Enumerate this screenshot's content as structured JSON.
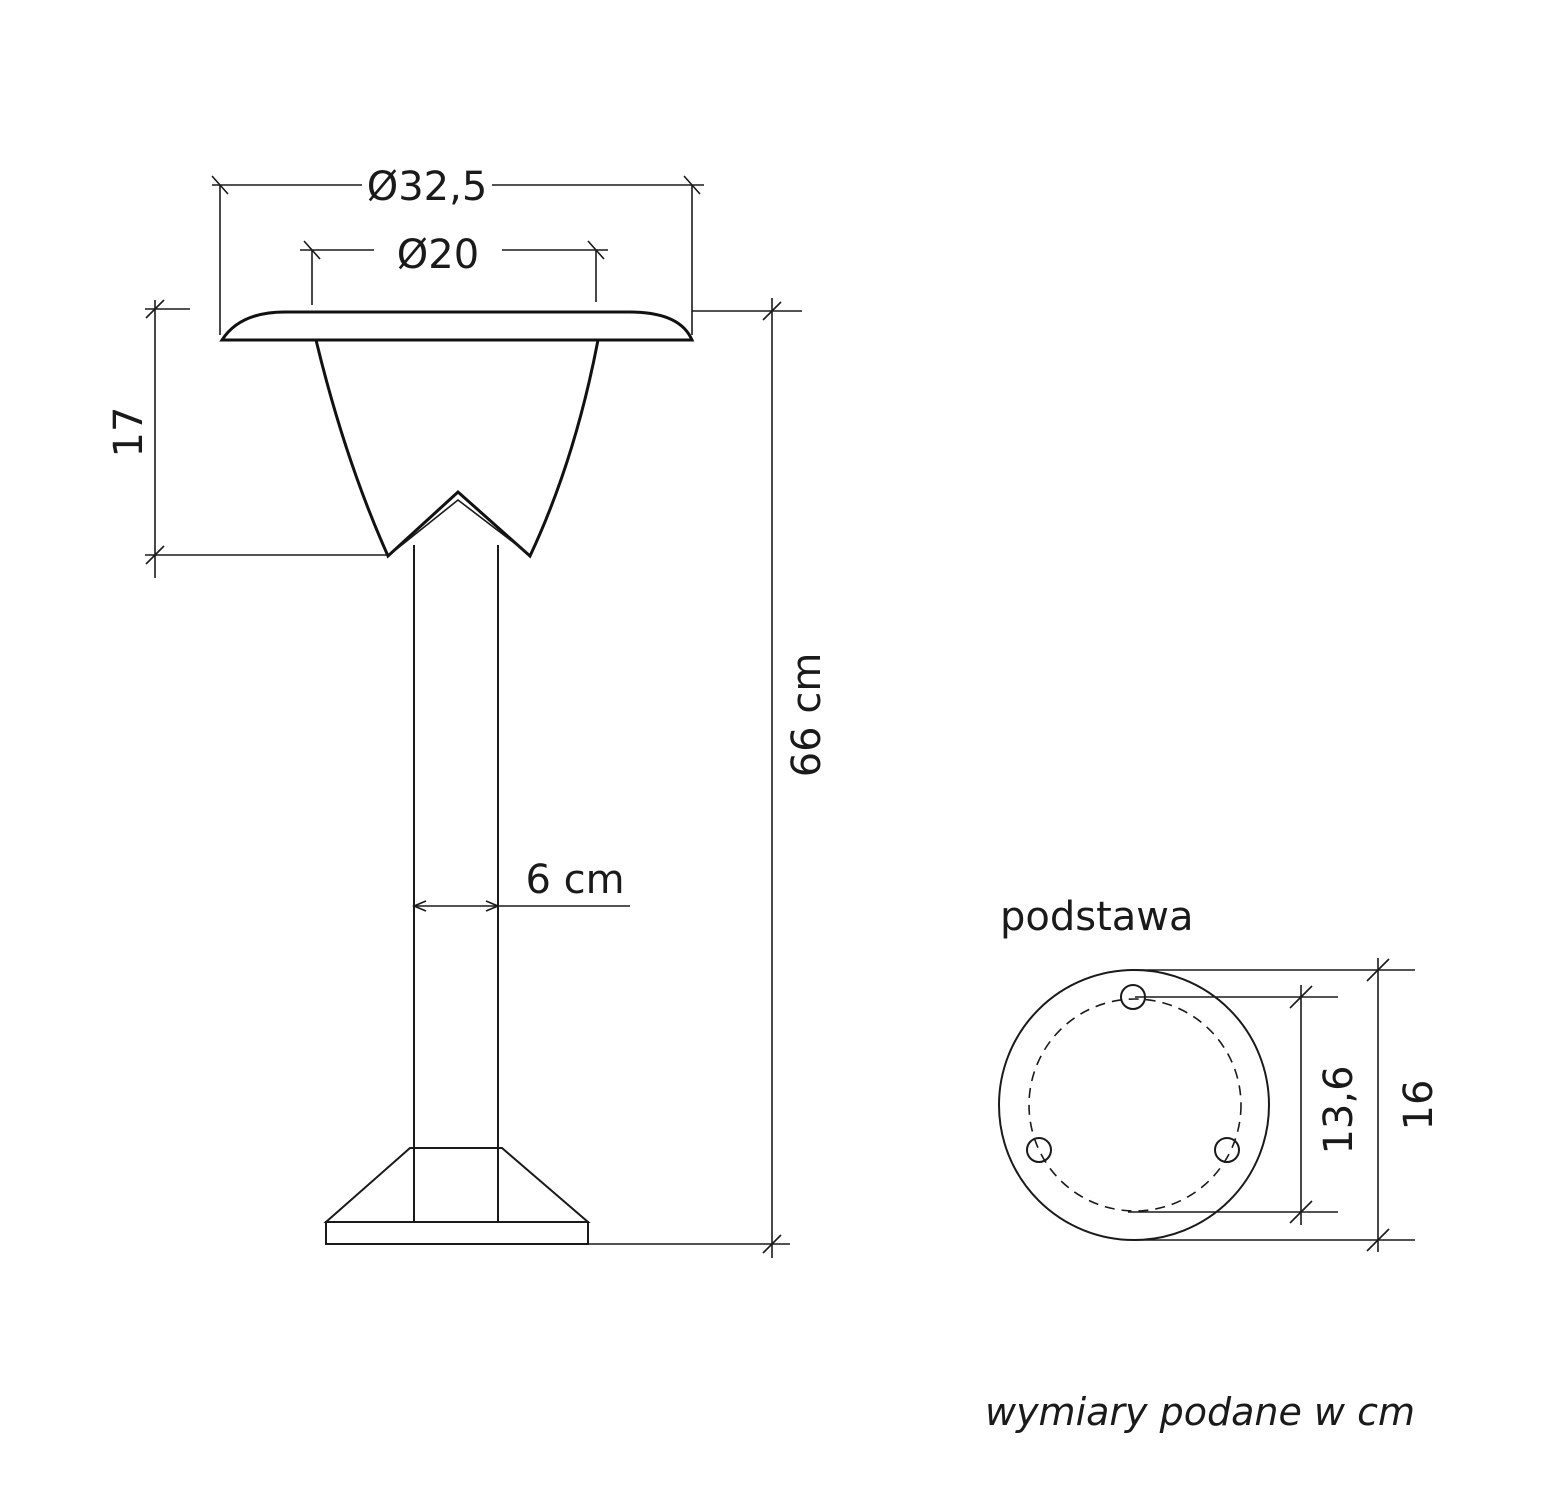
{
  "dimensions": {
    "head_outer_diameter": "Ø32,5",
    "head_inner_diameter": "Ø20",
    "head_height": "17",
    "total_height": "66 cm",
    "pole_width": "6 cm",
    "base_hole_spacing": "13,6",
    "base_diameter": "16"
  },
  "base_label": "podstawa",
  "footnote": "wymiary podane w cm"
}
